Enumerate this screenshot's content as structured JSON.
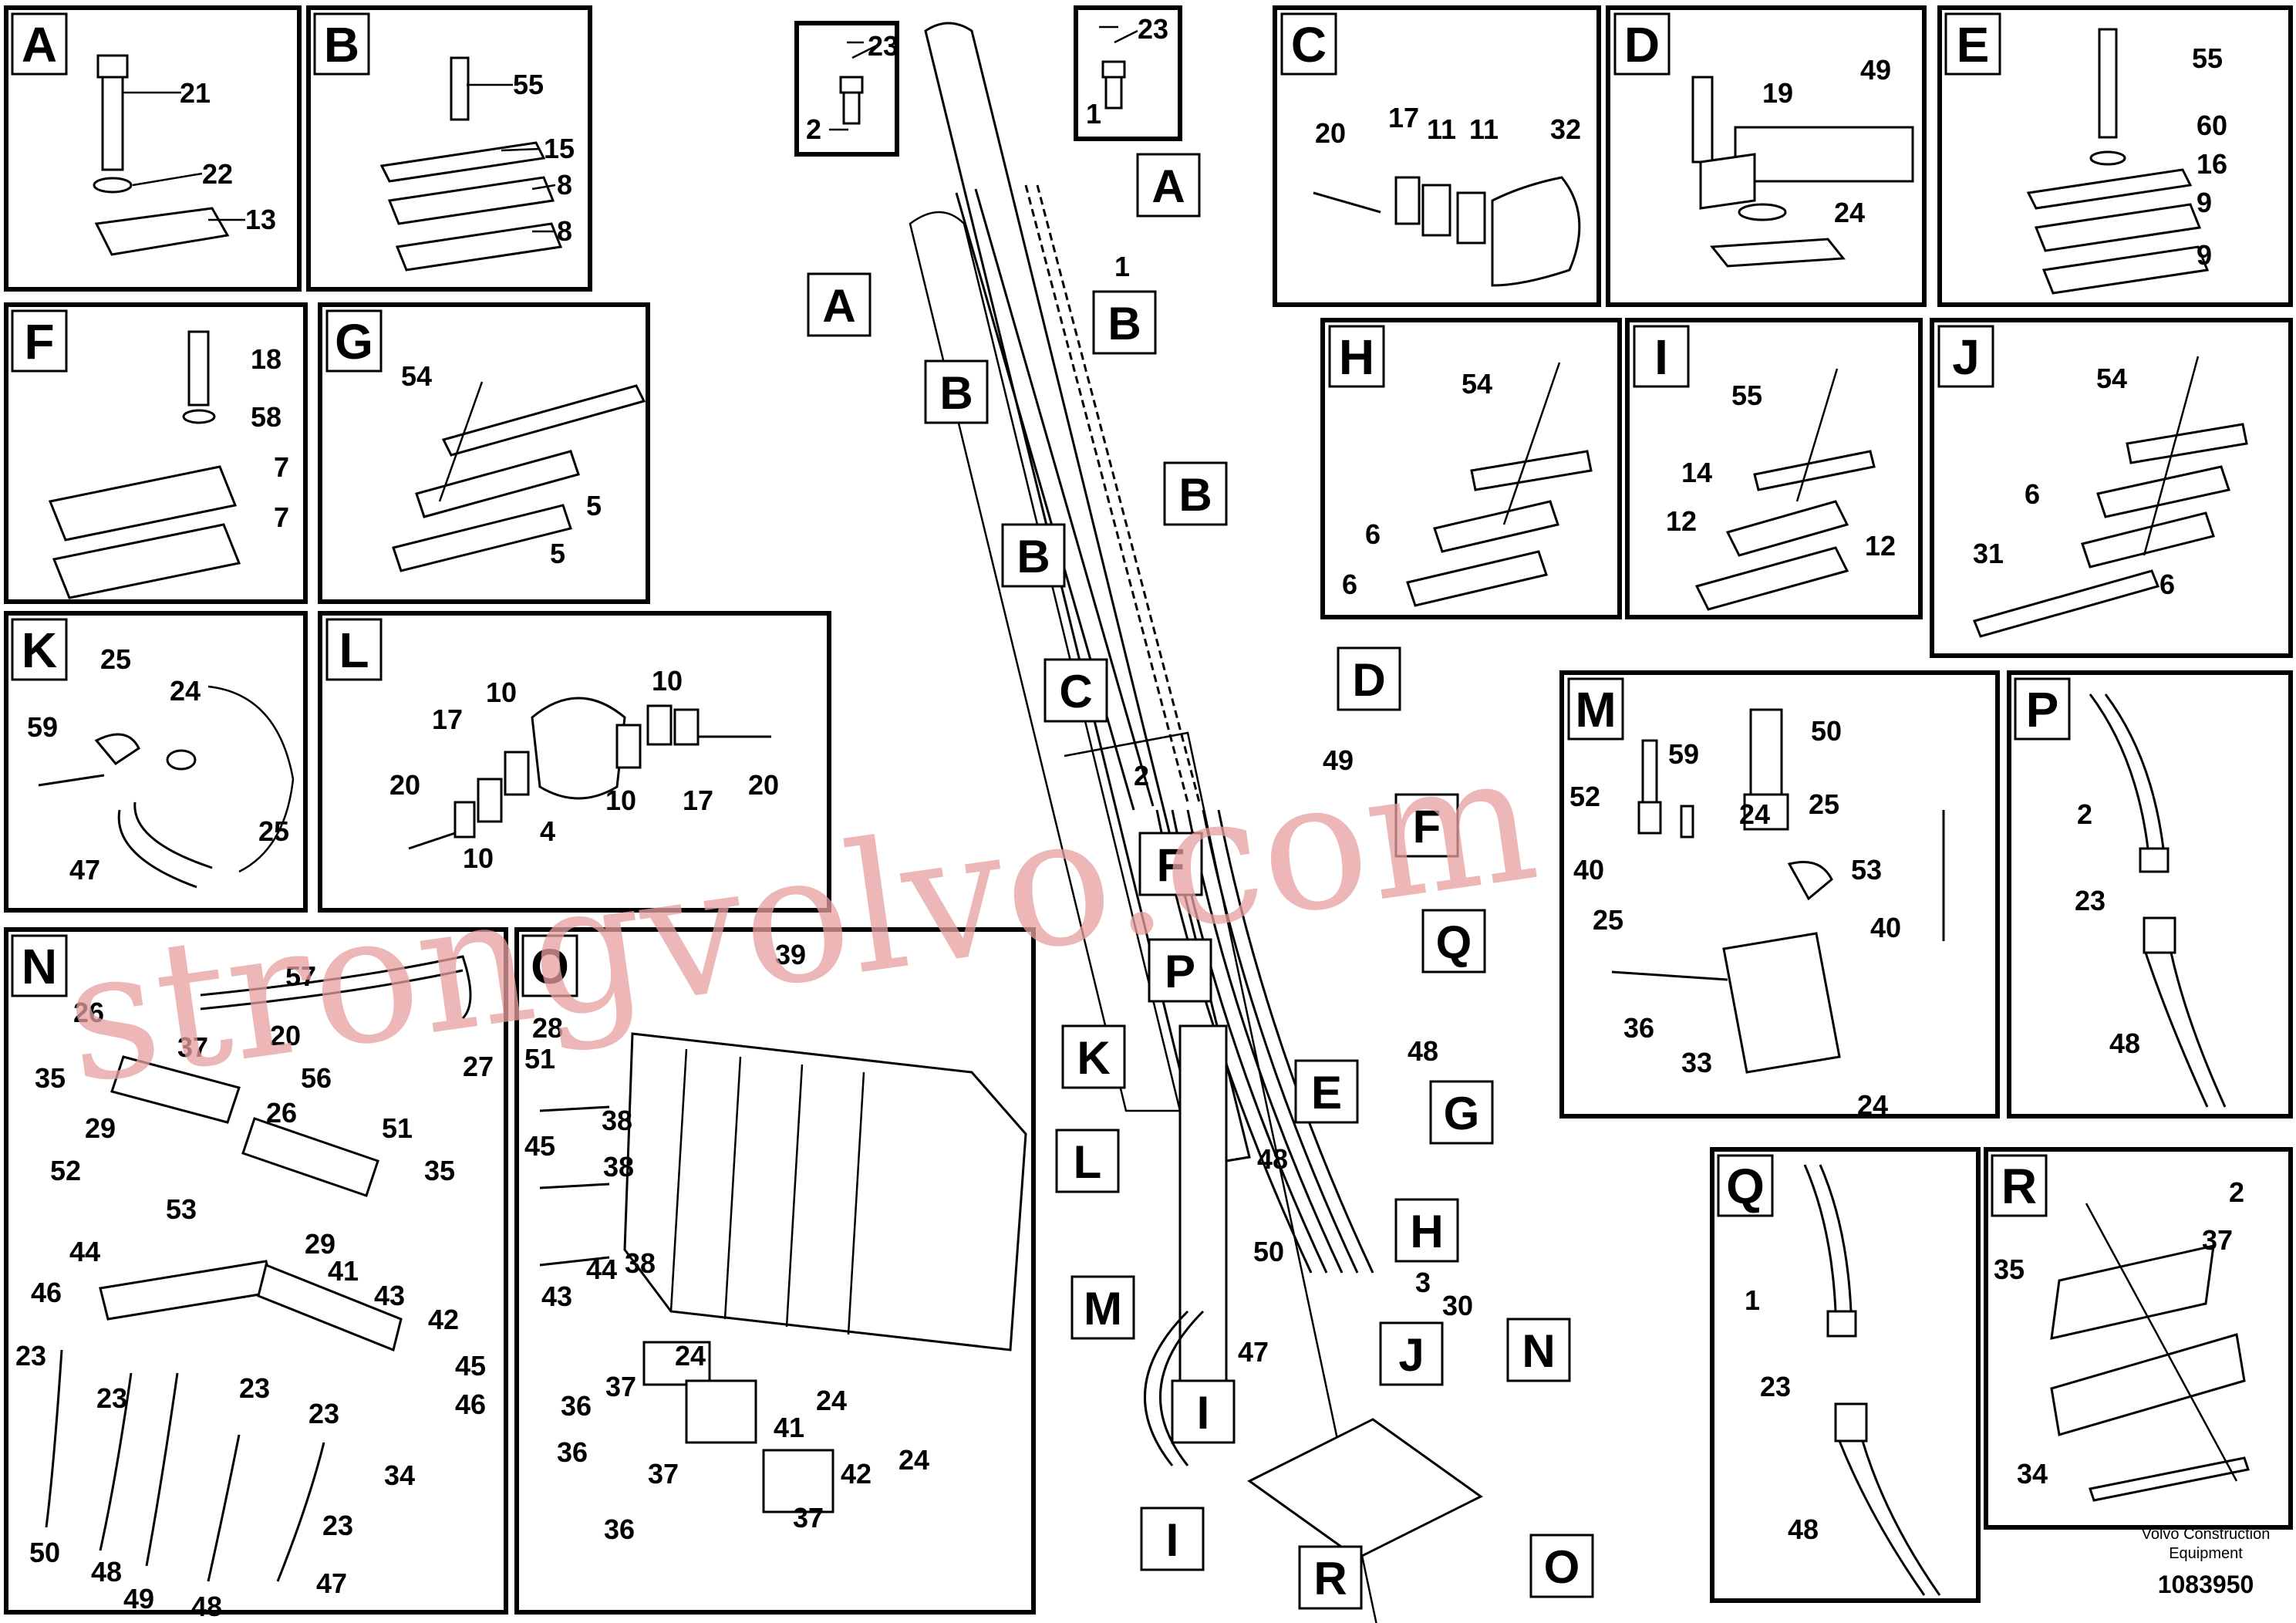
{
  "footer": {
    "company": "Volvo Construction",
    "company2": "Equipment",
    "drawing_id": "1083950"
  },
  "watermark": "strongvolvo.com",
  "panels": {
    "A": {
      "letter": "A",
      "labels": [
        "21",
        "22",
        "13"
      ]
    },
    "B": {
      "letter": "B",
      "labels": [
        "55",
        "15",
        "8",
        "8"
      ]
    },
    "C": {
      "letter": "C",
      "labels": [
        "20",
        "17",
        "11",
        "11",
        "32"
      ]
    },
    "D": {
      "letter": "D",
      "labels": [
        "19",
        "49",
        "24"
      ]
    },
    "E": {
      "letter": "E",
      "labels": [
        "55",
        "60",
        "16",
        "9",
        "9"
      ]
    },
    "F": {
      "letter": "F",
      "labels": [
        "18",
        "58",
        "7",
        "7"
      ]
    },
    "G": {
      "letter": "G",
      "labels": [
        "54",
        "5",
        "5"
      ]
    },
    "H": {
      "letter": "H",
      "labels": [
        "54",
        "6",
        "6"
      ]
    },
    "I": {
      "letter": "I",
      "labels": [
        "55",
        "14",
        "12",
        "12"
      ]
    },
    "J": {
      "letter": "J",
      "labels": [
        "54",
        "6",
        "31",
        "6"
      ]
    },
    "K": {
      "letter": "K",
      "labels": [
        "25",
        "24",
        "59",
        "25",
        "47"
      ]
    },
    "L": {
      "letter": "L",
      "labels": [
        "10",
        "10",
        "17",
        "20",
        "10",
        "4",
        "10",
        "17",
        "20"
      ]
    },
    "M": {
      "letter": "M",
      "labels": [
        "50",
        "52",
        "59",
        "24",
        "25",
        "40",
        "53",
        "25",
        "40",
        "36",
        "33",
        "24"
      ]
    },
    "N": {
      "letter": "N",
      "labels": [
        "57",
        "26",
        "20",
        "37",
        "27",
        "35",
        "56",
        "26",
        "29",
        "51",
        "52",
        "35",
        "53",
        "29",
        "44",
        "41",
        "46",
        "43",
        "42",
        "23",
        "45",
        "23",
        "23",
        "23",
        "46",
        "34",
        "50",
        "48",
        "49",
        "48",
        "23",
        "47"
      ]
    },
    "O": {
      "letter": "O",
      "labels": [
        "39",
        "28",
        "51",
        "38",
        "45",
        "38",
        "44",
        "38",
        "43",
        "24",
        "36",
        "37",
        "24",
        "41",
        "36",
        "37",
        "42",
        "24",
        "36",
        "37"
      ]
    },
    "P": {
      "letter": "P",
      "labels": [
        "2",
        "23",
        "48"
      ]
    },
    "Q": {
      "letter": "Q",
      "labels": [
        "1",
        "23",
        "48"
      ]
    },
    "R": {
      "letter": "R",
      "labels": [
        "2",
        "37",
        "35",
        "34"
      ]
    },
    "T1": {
      "labels": [
        "23",
        "2"
      ]
    },
    "T2": {
      "labels": [
        "23",
        "1"
      ]
    }
  },
  "main_callouts": [
    "A",
    "A",
    "B",
    "B",
    "B",
    "B",
    "C",
    "D",
    "F",
    "F",
    "P",
    "Q",
    "K",
    "E",
    "G",
    "L",
    "H",
    "M",
    "J",
    "N",
    "I",
    "I",
    "R",
    "O"
  ],
  "main_numbers": [
    "1",
    "2",
    "49",
    "48",
    "48",
    "50",
    "3",
    "30",
    "47"
  ]
}
